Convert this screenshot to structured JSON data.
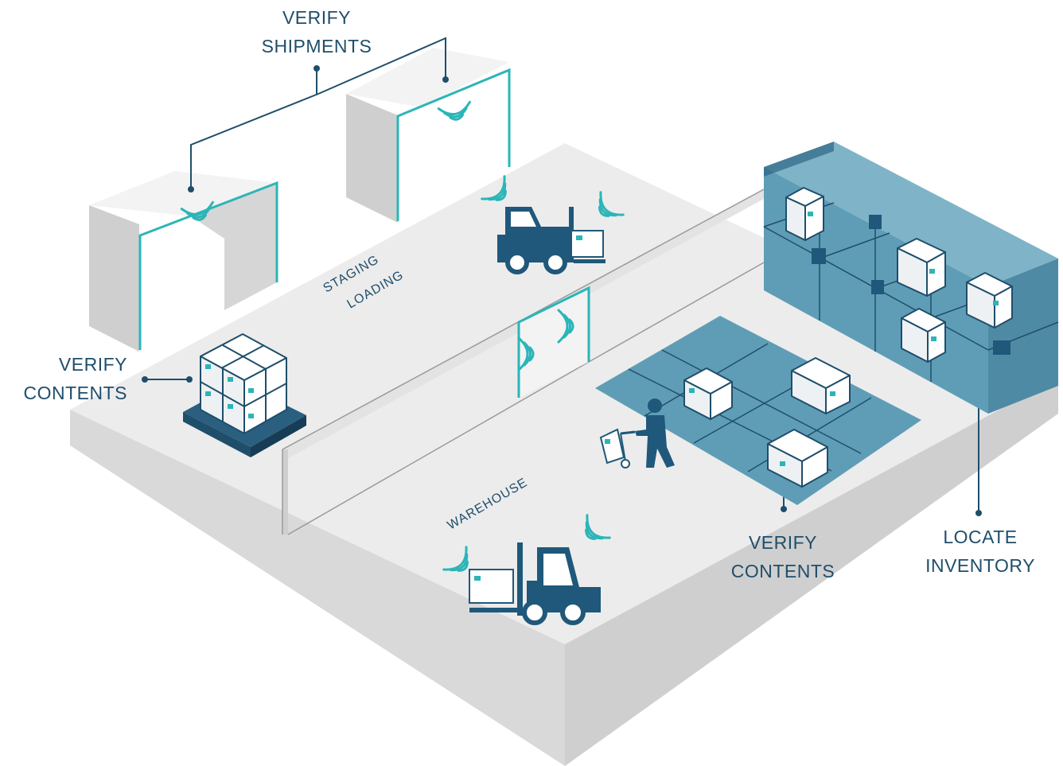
{
  "callouts": {
    "verify_shipments": [
      "VERIFY",
      "SHIPMENTS"
    ],
    "verify_contents_left": [
      "VERIFY",
      "CONTENTS"
    ],
    "verify_contents_right": [
      "VERIFY",
      "CONTENTS"
    ],
    "locate_inventory": [
      "LOCATE",
      "INVENTORY"
    ]
  },
  "zones": {
    "staging": "STAGING",
    "loading": "LOADING",
    "warehouse": "WAREHOUSE"
  },
  "colors": {
    "navy": "#1f587a",
    "teal": "#2bb5b8",
    "shelf_blue": "#5f9db6",
    "floor": "#ededed",
    "text": "#1f4e6b"
  },
  "icons": [
    "rfid-portal-icon",
    "forklift-icon",
    "pallet-icon",
    "worker-handtruck-icon",
    "shelving-icon",
    "rfid-signal-icon"
  ]
}
